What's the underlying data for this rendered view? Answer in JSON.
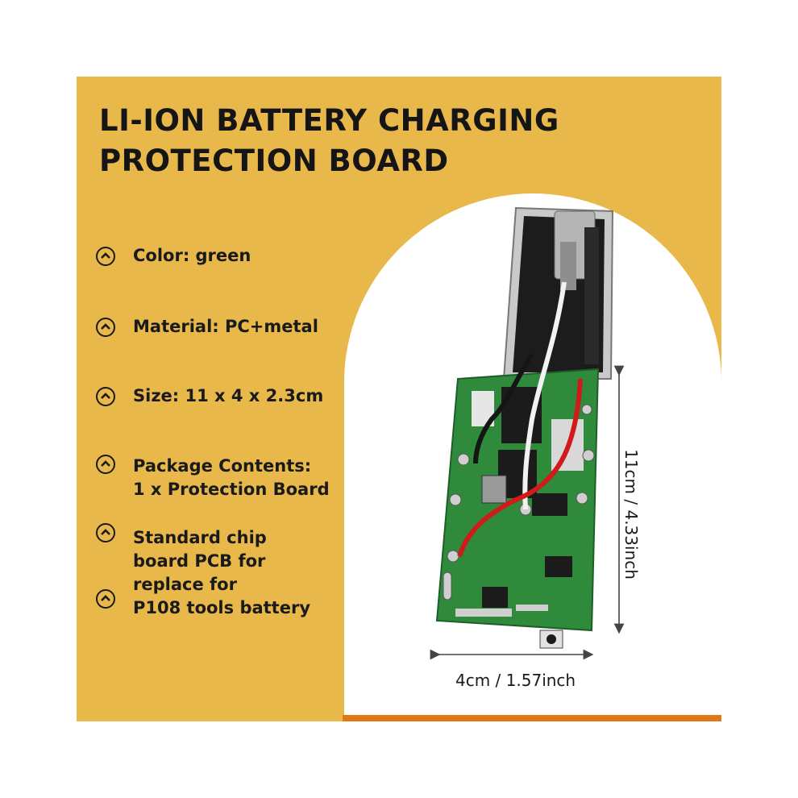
{
  "title": {
    "line1": "LI-ION BATTERY CHARGING",
    "line2": "PROTECTION BOARD"
  },
  "features": [
    {
      "lines": [
        "Color: green"
      ]
    },
    {
      "lines": [
        "Material: PC+metal"
      ]
    },
    {
      "lines": [
        "Size: 11 x 4 x 2.3cm"
      ]
    },
    {
      "lines": [
        "Package Contents:",
        "1 x Protection Board"
      ]
    },
    {
      "lines": [
        "Standard chip",
        "board PCB for",
        "replace for",
        "P108 tools battery"
      ]
    }
  ],
  "dimensions": {
    "width_label": "4cm / 1.57inch",
    "height_label": "11cm / 4.33inch"
  },
  "colors": {
    "background": "#e8b84a",
    "accent": "#e07818",
    "pcb": "#2f8a3c"
  },
  "icons": {
    "bullet": "chevron-up-circle-icon"
  }
}
